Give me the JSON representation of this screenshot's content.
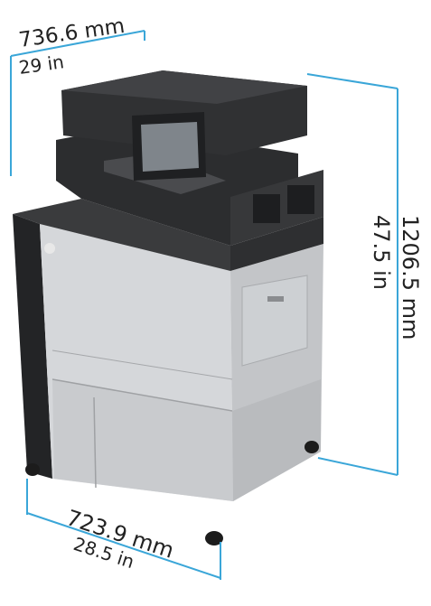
{
  "depth_mm": "736.6 mm",
  "depth_in": "29 in",
  "height_mm": "1206.5 mm",
  "height_in": "47.5 in",
  "width_mm": "723.9 mm",
  "width_in": "28.5 in",
  "colors": {
    "dimension_line": "#3aa6d8",
    "body_light": "#d4d6d9",
    "body_dark": "#2b2c2e",
    "screen": "#7f858b"
  }
}
